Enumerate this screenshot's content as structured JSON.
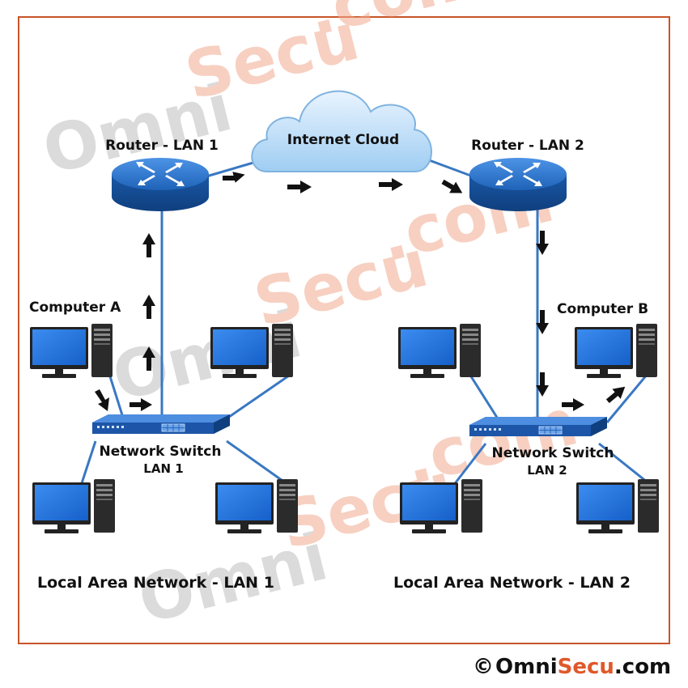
{
  "labels": {
    "internet_cloud": "Internet Cloud",
    "router_lan1": "Router - LAN 1",
    "router_lan2": "Router - LAN 2",
    "computer_a": "Computer A",
    "computer_b": "Computer B",
    "switch1_title": "Network Switch",
    "switch1_sub": "LAN 1",
    "switch2_title": "Network Switch",
    "switch2_sub": "LAN 2",
    "lan1_caption": "Local Area Network - LAN 1",
    "lan2_caption": "Local Area Network - LAN 2"
  },
  "watermark": {
    "omni": "Omni",
    "secu": "Secu",
    "com": ".com"
  },
  "copyright": {
    "symbol": "©",
    "omni": "Omni",
    "secu": "Secu",
    "com": ".com"
  },
  "colors": {
    "frame": "#c8542a",
    "link": "#3a78c2",
    "router": "#1e63b8",
    "monitor": "#1f74d9",
    "tower": "#2b2b2b",
    "switch": "#1d56a8",
    "watermark_gray": "#bdbdbd",
    "watermark_orange": "#f0a98e"
  }
}
